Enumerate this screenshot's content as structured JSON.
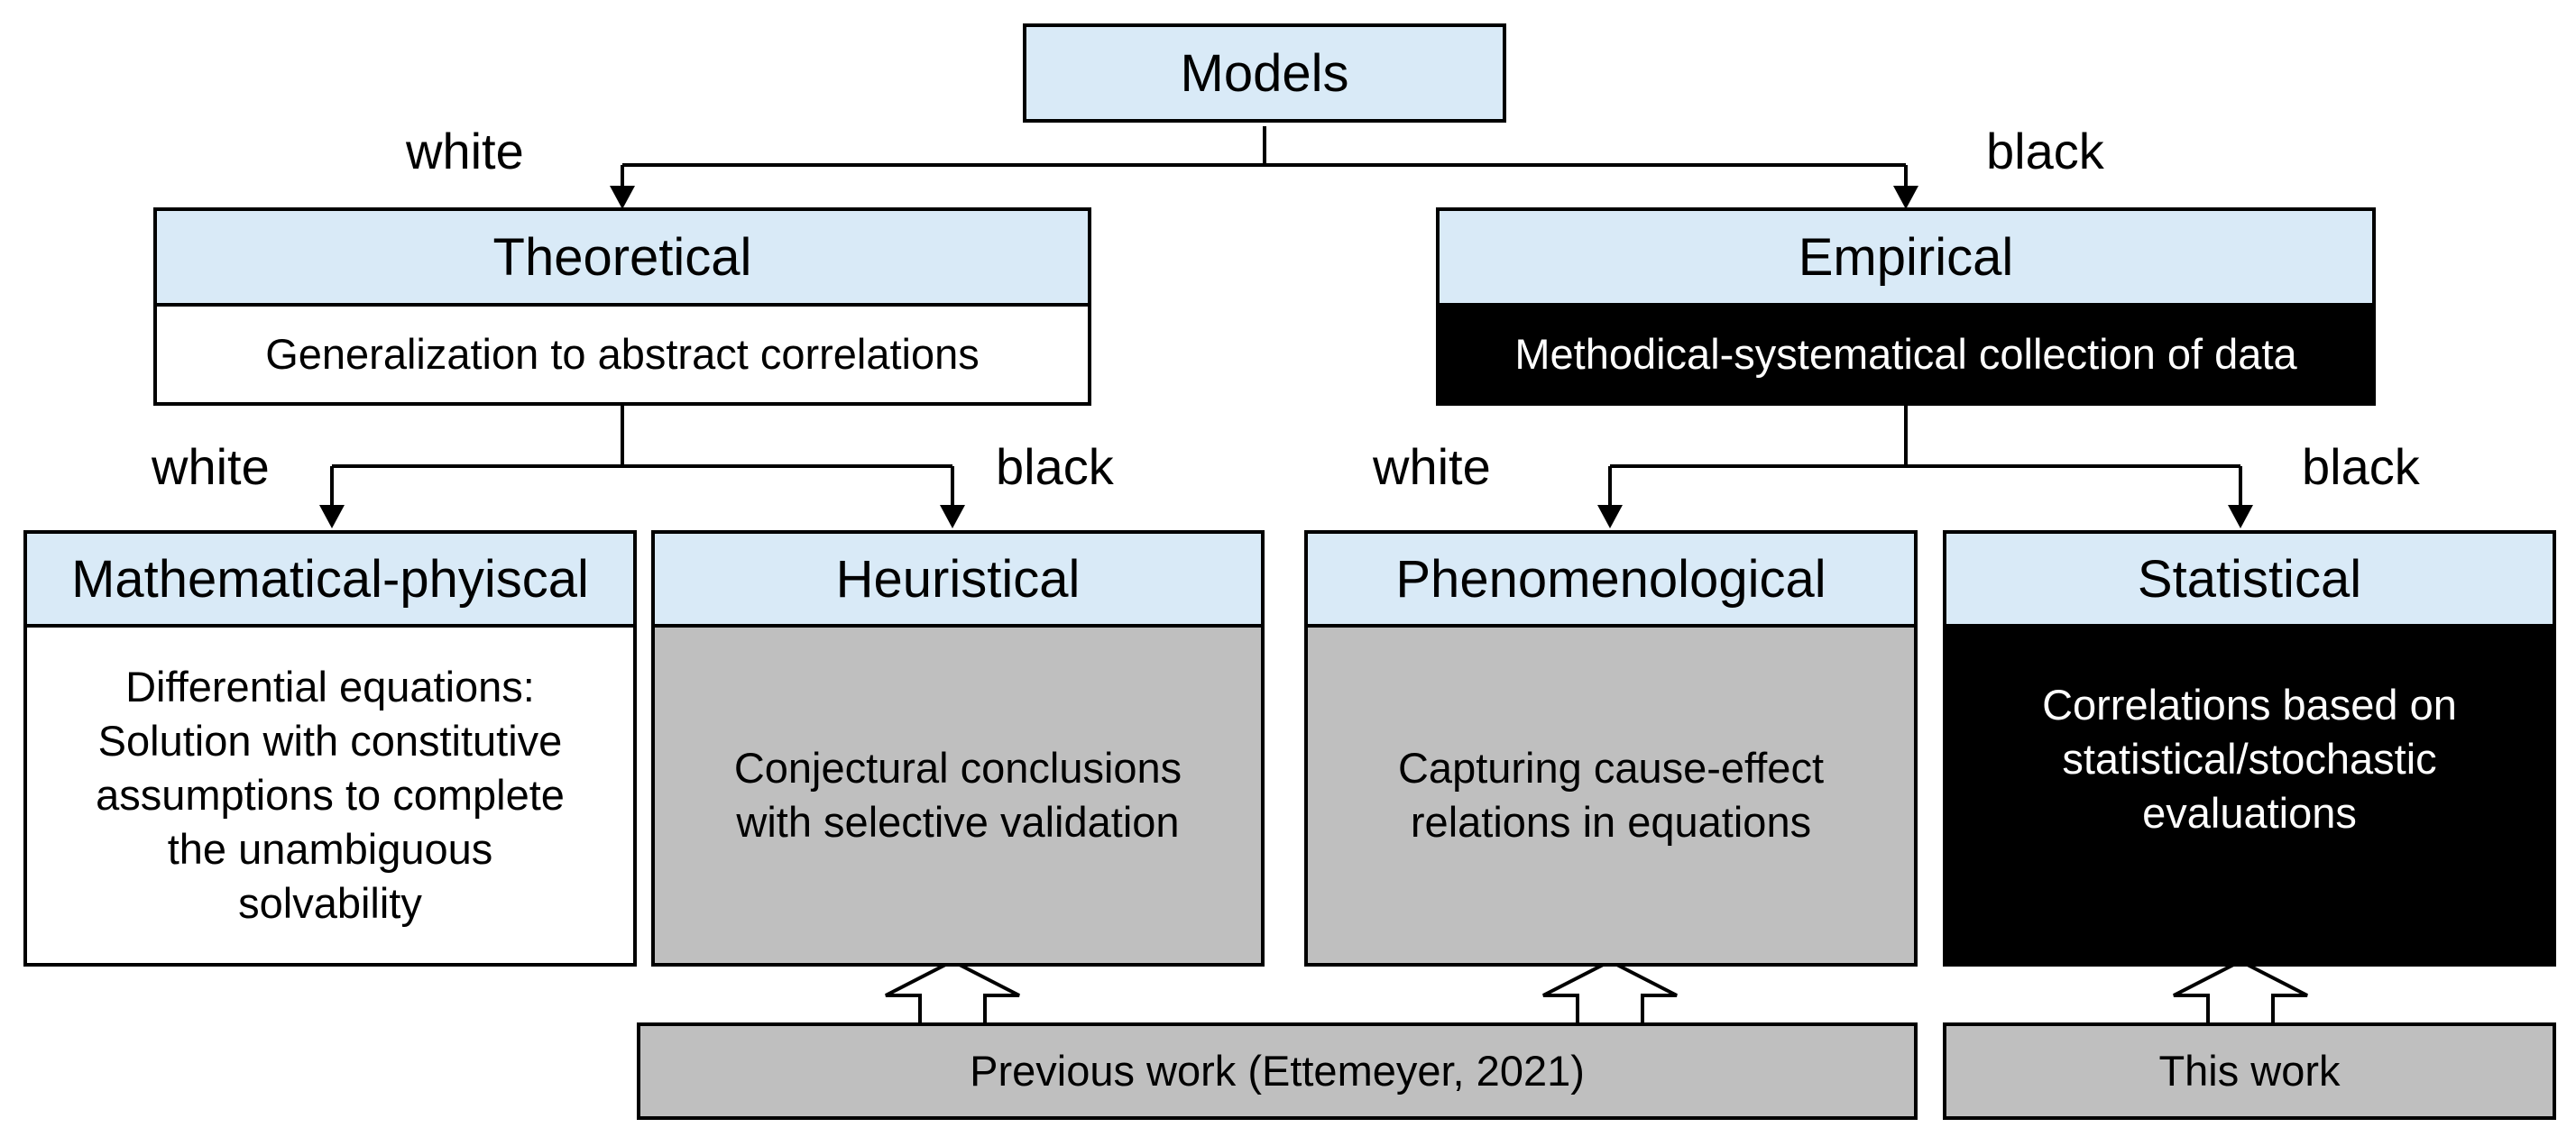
{
  "root": {
    "title": "Models"
  },
  "branch_labels": {
    "root_left": "white",
    "root_right": "black",
    "theoretical_left": "white",
    "theoretical_right": "black",
    "empirical_left": "white",
    "empirical_right": "black"
  },
  "theoretical": {
    "title": "Theoretical",
    "description": "Generalization to abstract correlations"
  },
  "empirical": {
    "title": "Empirical",
    "description": "Methodical-systematical collection of data"
  },
  "leaves": [
    {
      "title": "Mathematical-phyiscal",
      "description": "Differential equations:\nSolution with constitutive\nassumptions to complete\nthe unambiguous\nsolvability",
      "shade": "white"
    },
    {
      "title": "Heuristical",
      "description": "Conjectural conclusions\nwith selective validation",
      "shade": "gray"
    },
    {
      "title": "Phenomenological",
      "description": "Capturing cause-effect\nrelations in equations",
      "shade": "gray"
    },
    {
      "title": "Statistical",
      "description": "Correlations based on\nstatistical/stochastic\nevaluations",
      "shade": "black"
    }
  ],
  "works": {
    "previous": "Previous work (Ettemeyer, 2021)",
    "this": "This work"
  },
  "colors": {
    "header_fill": "#d9eaf7",
    "gray_fill": "#bfbfbf",
    "black_fill": "#000000",
    "white_fill": "#ffffff"
  }
}
